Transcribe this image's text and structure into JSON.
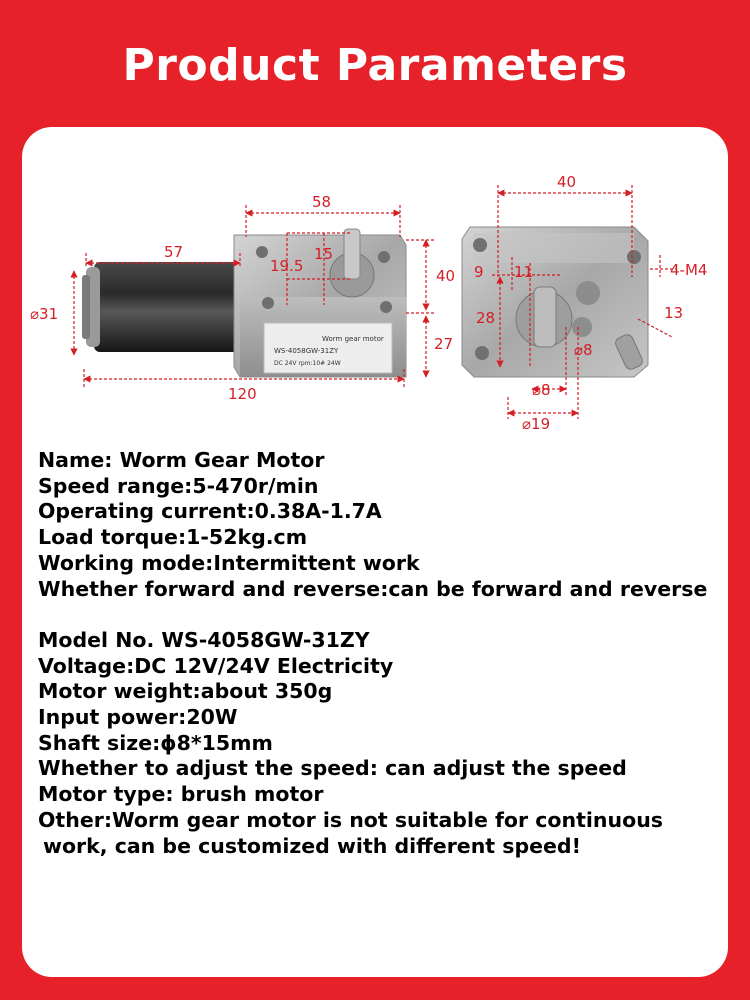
{
  "header": {
    "title": "Product Parameters"
  },
  "dimensions": {
    "left_view": {
      "gearbox_width": "58",
      "motor_length": "57",
      "gear_offset_y": "15",
      "gear_offset_x": "19.5",
      "gearbox_height": "40",
      "motor_diameter": "⌀31",
      "lower_height": "27",
      "total_length": "120"
    },
    "right_view": {
      "width": "40",
      "hole_left": "9",
      "hole_right": "11",
      "mount_holes": "4-M4",
      "height": "28",
      "shaft_boss": "13",
      "shaft_diameter_inner": "⌀8",
      "shaft_diameter_bottom": "⌀8",
      "flange_diameter": "⌀19"
    },
    "label": {
      "line1": "Worm    gear    motor",
      "line2": "WS-4058GW-31ZY",
      "line3": "DC 24V      rpm:10#    24W"
    },
    "colors": {
      "dimension": "#d41f26",
      "background": "#e62129"
    }
  },
  "specs": {
    "group1": [
      "Name: Worm Gear Motor",
      "Speed range:5-470r/min",
      "Operating current:0.38A-1.7A",
      "Load torque:1-52kg.cm",
      "Working mode:Intermittent work",
      "Whether forward and reverse:can be forward and reverse"
    ],
    "group2": [
      "Model No. WS-4058GW-31ZY",
      "Voltage:DC 12V/24V Electricity",
      "Motor weight:about 350g",
      "Input power:20W",
      "Shaft size:ϕ8*15mm",
      "Whether to adjust the speed: can adjust the speed",
      "Motor type: brush motor",
      "Other:Worm gear motor is not suitable for continuous",
      " work, can be customized with different speed!"
    ]
  }
}
